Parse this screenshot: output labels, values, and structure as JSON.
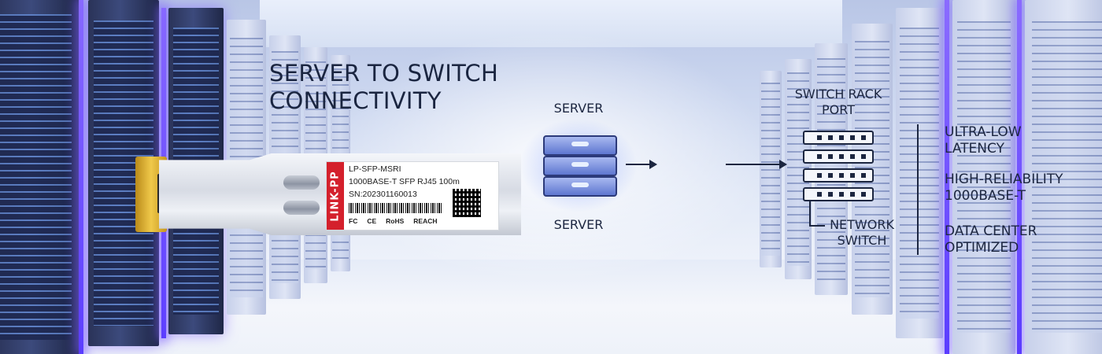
{
  "headline": {
    "line1": "SERVER TO SWITCH",
    "line2": "CONNECTIVITY"
  },
  "module": {
    "brand": "LINK-PP",
    "model": "LP-SFP-MSRI",
    "spec": "1000BASE-T SFP RJ45 100m",
    "serial": "SN:202301160013",
    "certs": [
      "FC",
      "CE",
      "RoHS",
      "REACH"
    ]
  },
  "diagram": {
    "server_top": "SERVER",
    "server_bottom": "SERVER",
    "switch_rack_port": "SWITCH RACK PORT",
    "network_switch": "NETWORK SWITCH"
  },
  "features": [
    {
      "line1": "ULTRA-LOW",
      "line2": "LATENCY"
    },
    {
      "line1": "HIGH-RELIABILITY",
      "line2": "1000BASE-T"
    },
    {
      "line1": "DATA CENTER",
      "line2": "OPTIMIZED"
    }
  ],
  "icons": {
    "server": "server-stack-icon",
    "switch": "network-switch-icon",
    "arrow": "arrow-right-icon",
    "qr": "qr-code-icon",
    "barcode": "barcode-icon"
  },
  "colors": {
    "brand_red": "#d4202c",
    "text_dark": "#1c2640",
    "connector_gold": "#f0c94a"
  }
}
